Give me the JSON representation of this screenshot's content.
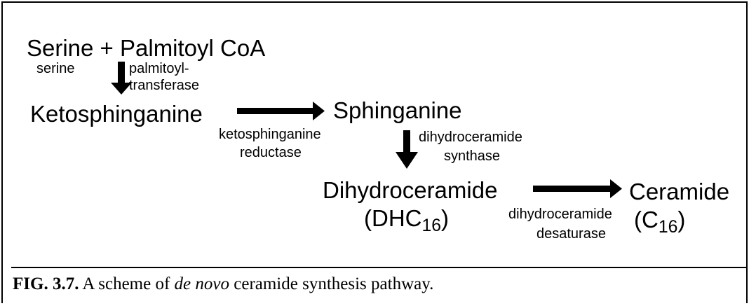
{
  "nodes": {
    "substrates": "Serine + Palmitoyl CoA",
    "ketosphinganine": "Ketosphinganine",
    "sphinganine": "Sphinganine",
    "dihydroceramide": "Dihydroceramide",
    "dhc_label": {
      "open": "(DHC",
      "sub": "16",
      "close": ")"
    },
    "ceramide": "Ceramide",
    "c16_label": {
      "open": "(C",
      "sub": "16",
      "close": ")"
    }
  },
  "enzymes": {
    "serine_palmitoyltransferase": [
      "serine",
      "palmitoyl-",
      "transferase"
    ],
    "ketosphinganine_reductase": [
      "ketosphinganine",
      "reductase"
    ],
    "dihydroceramide_synthase": [
      "dihydroceramide",
      "synthase"
    ],
    "dihydroceramide_desaturase": [
      "dihydroceramide",
      "desaturase"
    ]
  },
  "caption": {
    "label": "FIG. 3.7.",
    "text_before": " A scheme of ",
    "italic": "de novo",
    "text_after": " ceramide synthesis pathway."
  }
}
